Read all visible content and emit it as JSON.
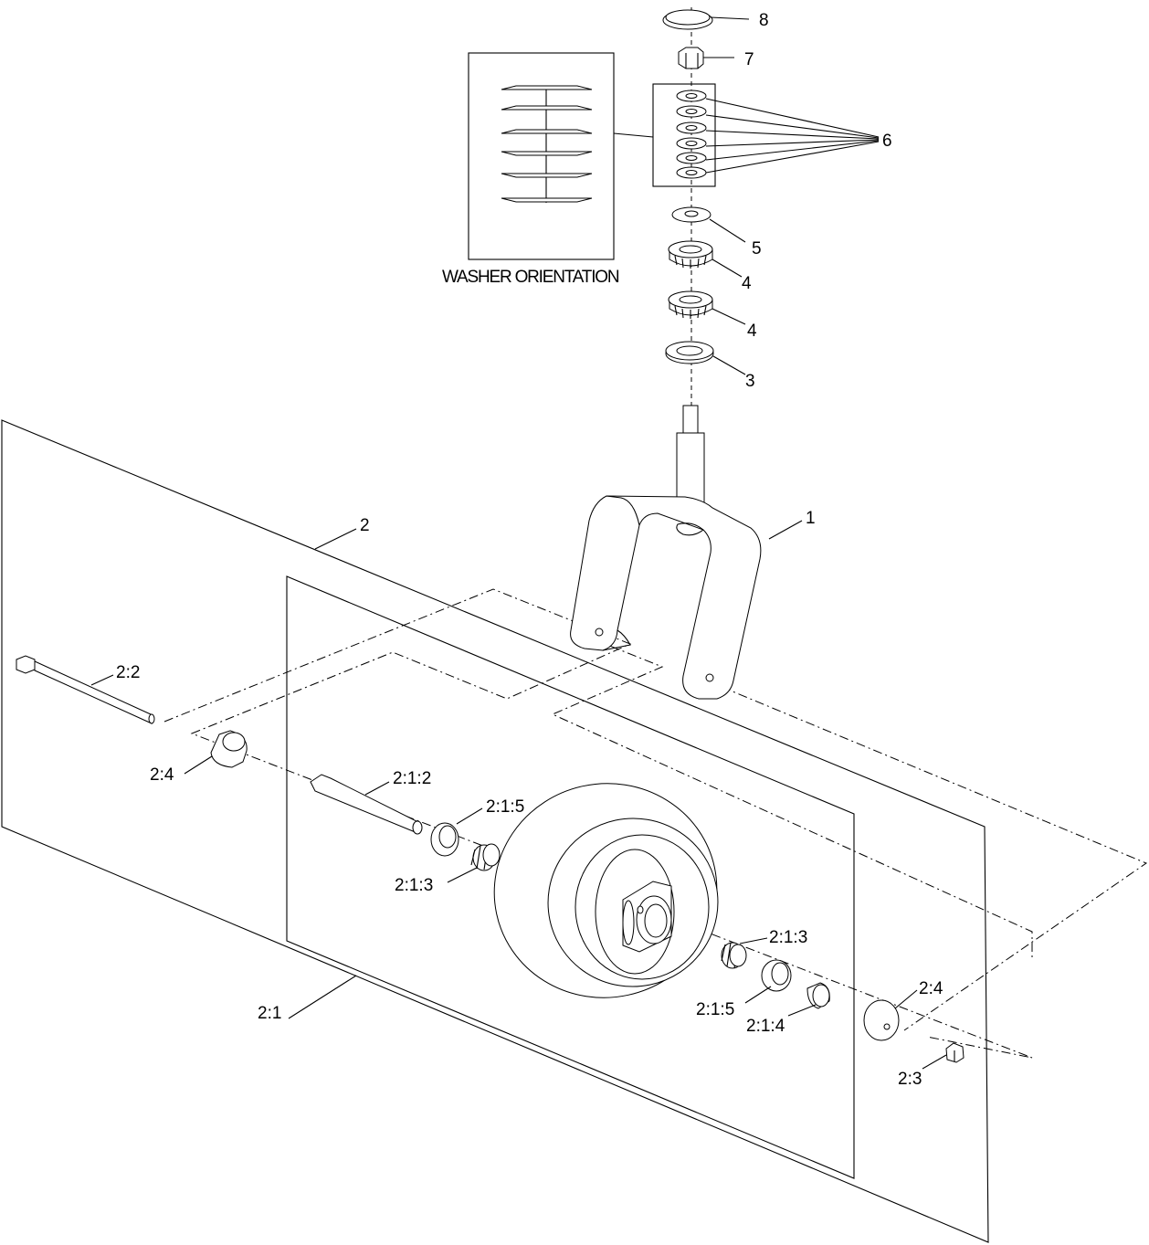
{
  "inset": {
    "title": "WASHER ORIENTATION"
  },
  "callouts": {
    "c8": "8",
    "c7": "7",
    "c6": "6",
    "c5": "5",
    "c4a": "4",
    "c4b": "4",
    "c3": "3",
    "c1": "1",
    "c2": "2",
    "c22": "2:2",
    "c24a": "2:4",
    "c212": "2:1:2",
    "c215a": "2:1:5",
    "c213a": "2:1:3",
    "c213b": "2:1:3",
    "c215b": "2:1:5",
    "c214": "2:1:4",
    "c24b": "2:4",
    "c23": "2:3",
    "c21": "2:1"
  }
}
